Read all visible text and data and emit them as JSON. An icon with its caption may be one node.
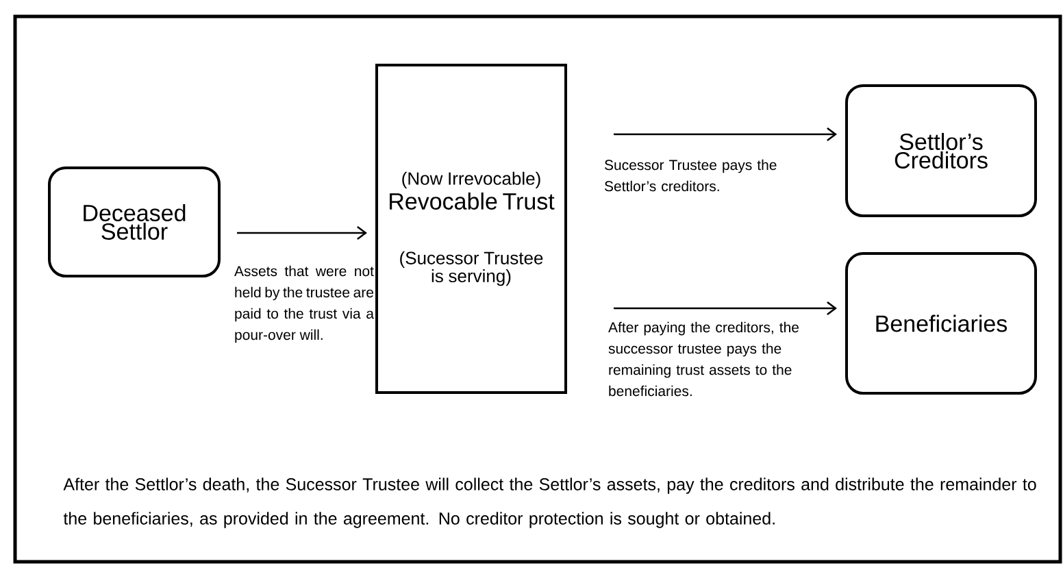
{
  "diagram": {
    "nodes": [
      {
        "text": [
          "Deceased Settlor"
        ]
      },
      {
        "text": [
          "(Now Irrevocable)",
          "Revocable Trust",
          "(Sucessor Trustee is serving)"
        ]
      },
      {
        "text": [
          "Settlor’s Creditors"
        ]
      },
      {
        "text": [
          "Beneficiaries"
        ]
      }
    ],
    "edges": [
      {
        "from": 0,
        "to": 1,
        "arrow": "to",
        "label": "Assets that were not held by the trustee are paid to the trust via a pour-over will."
      },
      {
        "from": 1,
        "to": 2,
        "arrow": "to",
        "label": "Sucessor Trustee pays the Settlor’s creditors."
      },
      {
        "from": 1,
        "to": 3,
        "arrow": "to",
        "label": "After paying the creditors, the successor trustee pays the remaining trust assets to the beneficiaries."
      }
    ],
    "labels": [
      "After the Settlor’s death, the Sucessor Trustee will collect the Settlor’s assets, pay the creditors and distribute the remainder to the beneficiaries, as provided in the agreement.  No creditor protection is sought or obtained."
    ]
  }
}
